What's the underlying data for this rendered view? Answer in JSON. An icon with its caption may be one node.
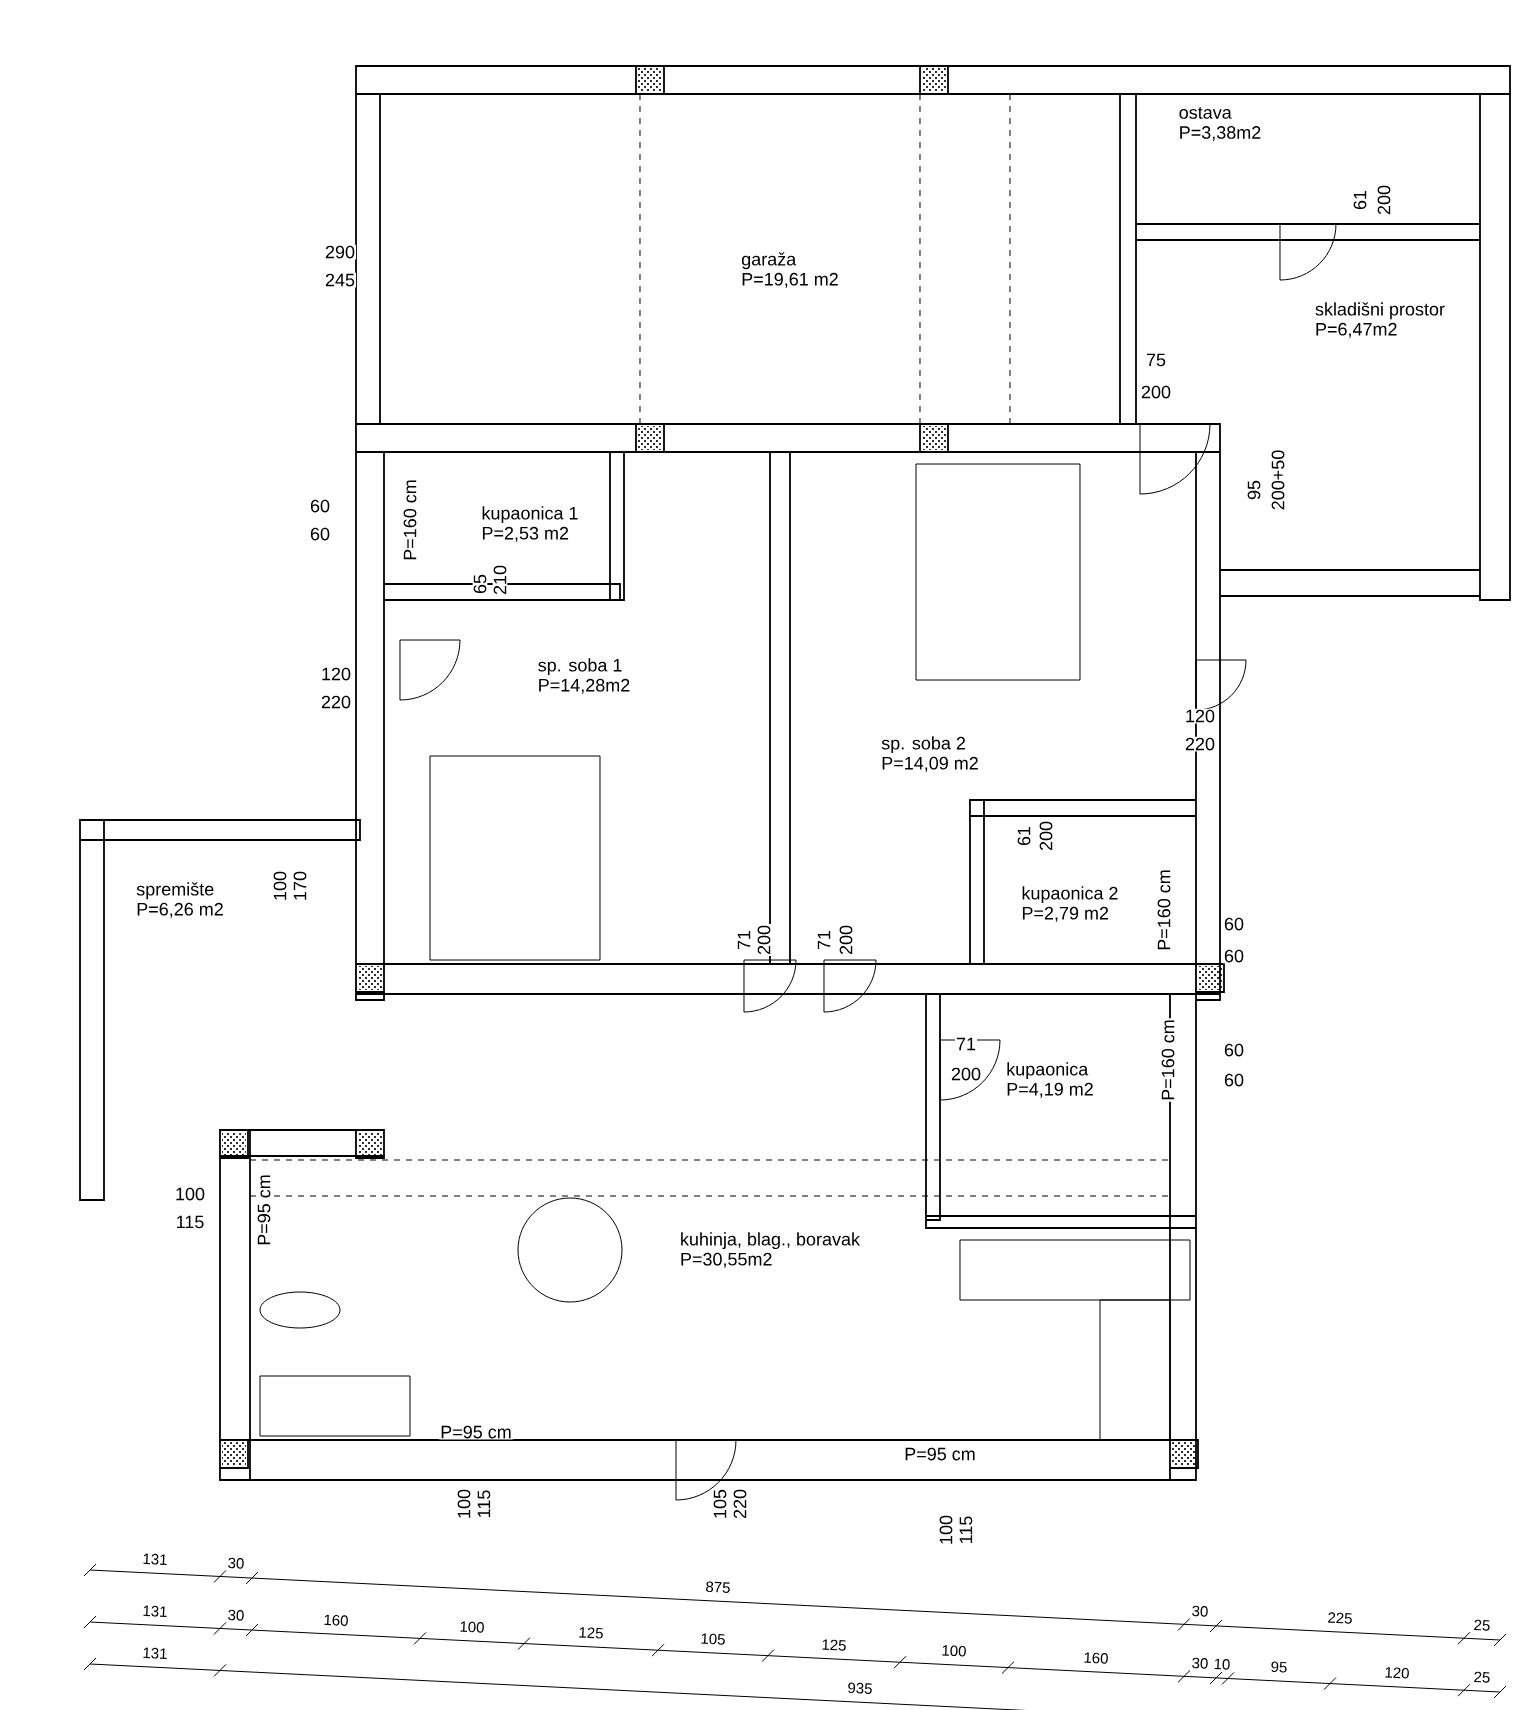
{
  "diagram": {
    "nodes": [
      {
        "text": [
          "garaža",
          "P=19,61 m2"
        ]
      },
      {
        "text": [
          "ostava",
          "P=3,38m2"
        ]
      },
      {
        "text": [
          "skladišni prostor",
          "P=6,47m2"
        ]
      },
      {
        "text": [
          "kupaonica 1",
          "P=2,53 m2"
        ]
      },
      {
        "text": [
          "sp. soba 1",
          "P=14,28m2"
        ]
      },
      {
        "text": [
          "sp. soba 2",
          "P=14,09 m2"
        ]
      },
      {
        "text": [
          "spremište",
          "P=6,26 m2"
        ]
      },
      {
        "text": [
          "kupaonica 2",
          "P=2,79 m2"
        ]
      },
      {
        "text": [
          "kupaonica",
          "P=4,19 m2"
        ]
      },
      {
        "text": [
          "kuhinja, blag., boravak",
          "P=30,55m2"
        ]
      }
    ],
    "labels": [
      "290",
      "245",
      "61",
      "200",
      "75",
      "200",
      "95",
      "200+50",
      "60",
      "60",
      "P=160 cm",
      "65",
      "210",
      "120",
      "220",
      "120",
      "220",
      "61",
      "200",
      "100",
      "170",
      "71",
      "200",
      "71",
      "200",
      "60",
      "60",
      "P=160 cm",
      "71",
      "200",
      "60",
      "60",
      "P=160 cm",
      "100",
      "115",
      "P=95 cm",
      "P=95 cm",
      "100",
      "115",
      "105",
      "220",
      "P=95 cm",
      "100",
      "115",
      "131",
      "30",
      "875",
      "30",
      "225",
      "25",
      "131",
      "30",
      "160",
      "100",
      "125",
      "105",
      "125",
      "100",
      "160",
      "30",
      "10",
      "95",
      "120",
      "25",
      "131",
      "935"
    ]
  }
}
